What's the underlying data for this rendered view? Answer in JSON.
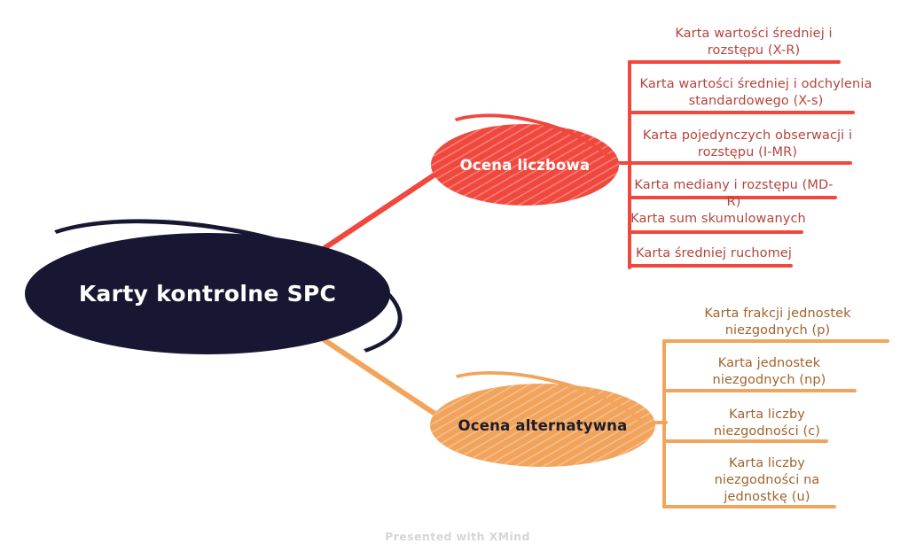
{
  "root": {
    "label": "Karty kontrolne SPC"
  },
  "branches": [
    {
      "label": "Ocena liczbowa",
      "color": "#f0483d",
      "text_color": "#b4443c",
      "children": [
        {
          "label": "Karta wartości średniej i\nrozstępu (X-R)"
        },
        {
          "label": "Karta wartości średniej i odchylenia\nstandardowego (X-s)"
        },
        {
          "label": "Karta pojedynczych obserwacji i\nrozstępu (I-MR)"
        },
        {
          "label": "Karta mediany i rozstępu (MD-R)"
        },
        {
          "label": "Karta sum skumulowanych"
        },
        {
          "label": "Karta średniej ruchomej"
        }
      ]
    },
    {
      "label": "Ocena alternatywna",
      "color": "#f2a45c",
      "text_color": "#a0642e",
      "children": [
        {
          "label": "Karta frakcji jednostek\nniezgodnych (p)"
        },
        {
          "label": "Karta jednostek\nniezgodnych (np)"
        },
        {
          "label": "Karta liczby\nniezgodności (c)"
        },
        {
          "label": "Karta liczby\nniezgodności na\njednostkę (u)"
        }
      ]
    }
  ],
  "colors": {
    "root_fill": "#171733",
    "root_text": "#ffffff",
    "branch_red": "#f0483d",
    "branch_orange": "#f2a45c",
    "background": "#ffffff"
  },
  "footer": {
    "label": "Presented with XMind"
  }
}
